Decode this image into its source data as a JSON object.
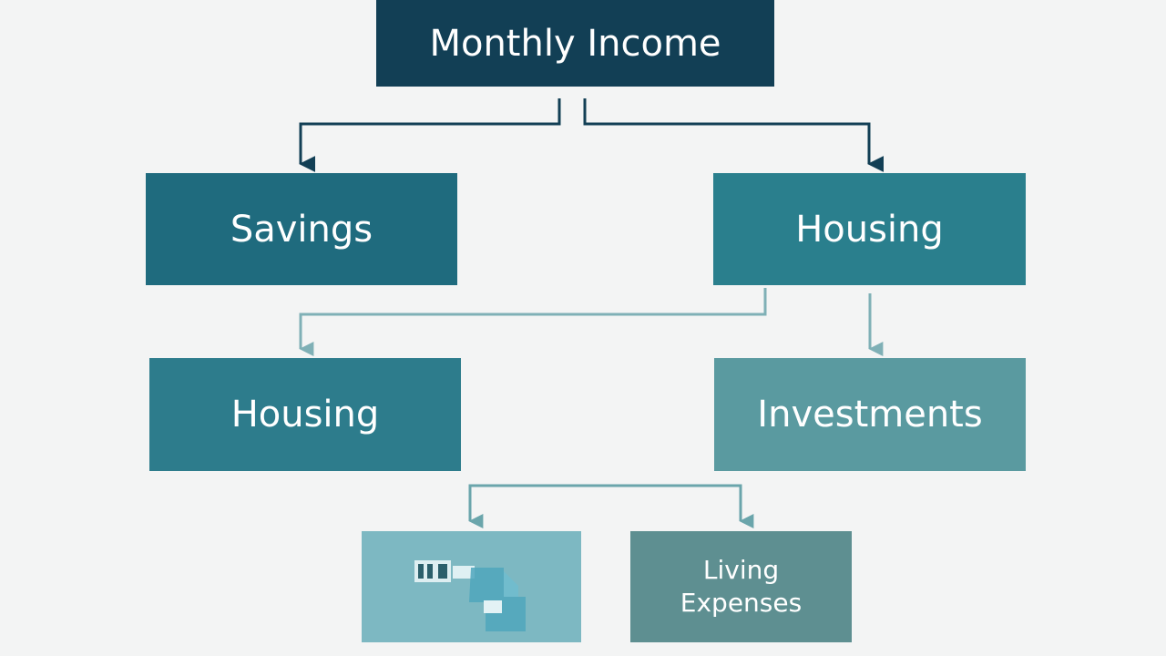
{
  "diagram": {
    "root": {
      "label": "Monthly Income"
    },
    "level1": [
      {
        "label": "Savings"
      },
      {
        "label": "Housing"
      }
    ],
    "level2": [
      {
        "label": "Housing"
      },
      {
        "label": "Investments"
      }
    ],
    "level3": [
      {
        "label": ""
      },
      {
        "label_line1": "Living",
        "label_line2": "Expenses"
      }
    ],
    "colors": {
      "background": "#f3f4f4",
      "root": "#123f55",
      "savings": "#1f6b7e",
      "housing_top": "#2a7f8d",
      "housing_mid": "#2d7c8c",
      "investments": "#5a9aa0",
      "blank_box": "#7db8c2",
      "living_expenses": "#5e8f91",
      "arrow_dark": "#123f55",
      "arrow_light": "#7fb0b6",
      "arrow_mid": "#6aa5ab"
    }
  }
}
